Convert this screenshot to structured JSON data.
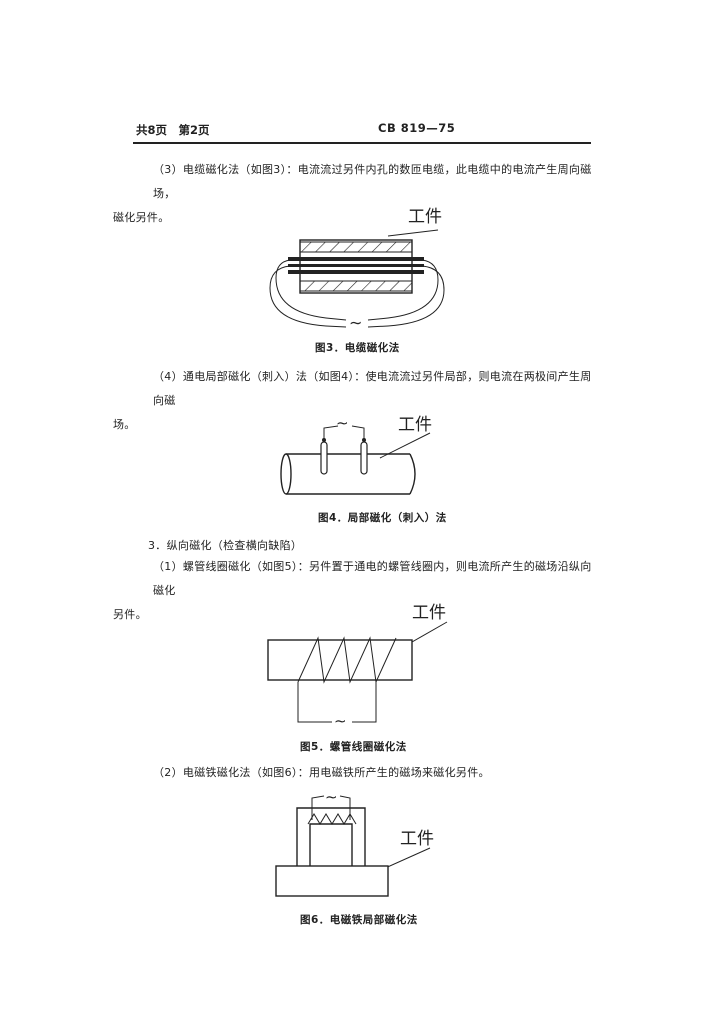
{
  "header": {
    "pages": "共8页　第2页",
    "code": "CB 819—75"
  },
  "section_3": {
    "line1": "（3）电缆磁化法（如图3）：电流流过另件内孔的数匝电缆，此电缆中的电流产生周向磁场，",
    "line2": "磁化另件。"
  },
  "figure_3": {
    "label": "工件",
    "ac": "∼",
    "caption": "图3．电缆磁化法"
  },
  "section_4": {
    "line1": "（4）通电局部磁化（刺入）法（如图4）：使电流流过另件局部，则电流在两极间产生周向磁",
    "line2": "场。"
  },
  "figure_4": {
    "label": "工件",
    "ac": "∼",
    "caption": "图4．局部磁化（刺入）法"
  },
  "heading_3": "3．纵向磁化（检查横向缺陷）",
  "section_1": {
    "line1": "（1）螺管线圈磁化（如图5）：另件置于通电的螺管线圈内，则电流所产生的磁场沿纵向磁化",
    "line2": "另件。"
  },
  "figure_5": {
    "label": "工件",
    "ac": "∼",
    "caption": "图5．螺管线圈磁化法"
  },
  "section_2": {
    "line1": "（2）电磁铁磁化法（如图6）：用电磁铁所产生的磁场来磁化另件。"
  },
  "figure_6": {
    "label": "工件",
    "ac": "∼",
    "caption": "图6．电磁铁局部磁化法"
  },
  "colors": {
    "ink": "#222222",
    "paper": "#ffffff"
  }
}
